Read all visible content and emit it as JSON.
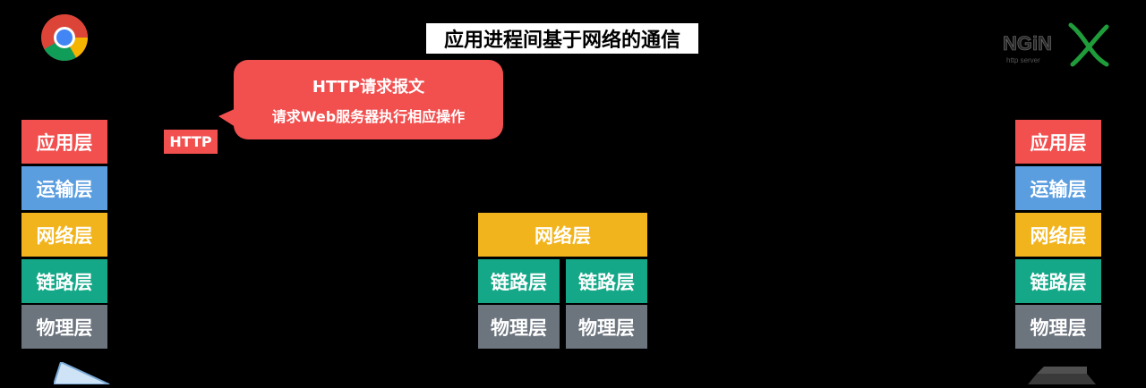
{
  "title": "应用进程间基于网络的通信",
  "http_tag": "HTTP",
  "bubble": {
    "line1": "HTTP请求报文",
    "line2": "请求Web服务器执行相应操作"
  },
  "left_stack": [
    "应用层",
    "运输层",
    "网络层",
    "链路层",
    "物理层"
  ],
  "router": {
    "network": "网络层",
    "link_left": "链路层",
    "link_right": "链路层",
    "phys_left": "物理层",
    "phys_right": "物理层"
  },
  "right_stack": [
    "应用层",
    "运输层",
    "网络层",
    "链路层",
    "物理层"
  ],
  "nginx_logo": {
    "text": "NGiNX",
    "subtext": "http server"
  },
  "colors": {
    "application": "#f24f4f",
    "transport": "#5b9ee0",
    "network": "#f2b41c",
    "link": "#14a888",
    "physical": "#6c747e"
  },
  "icons": [
    "chrome-icon",
    "nginx-logo",
    "laptop-icon",
    "server-icon"
  ]
}
